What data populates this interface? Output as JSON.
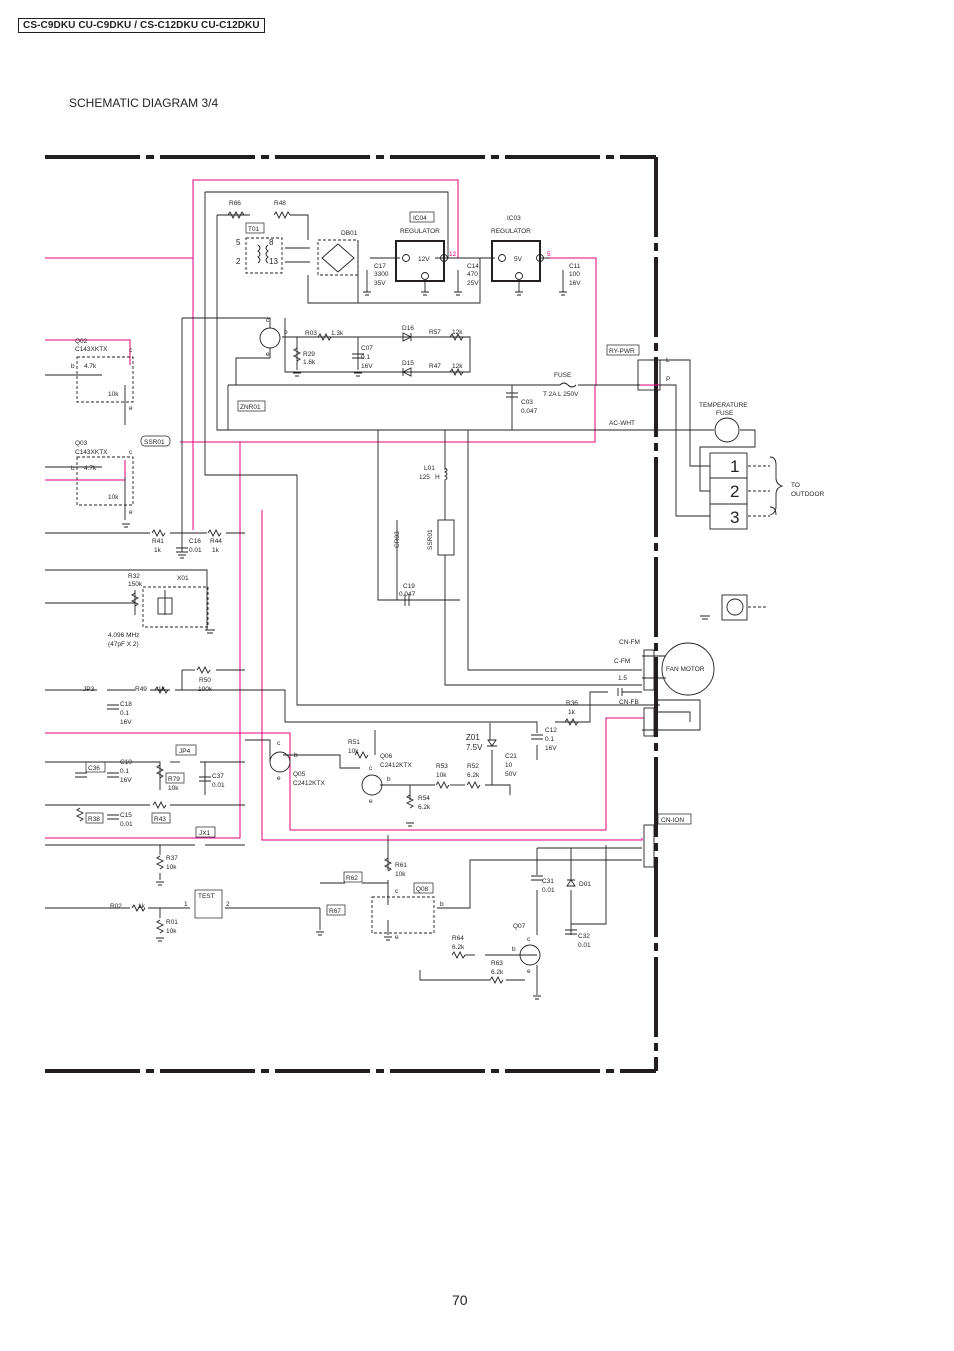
{
  "header": {
    "model": "CS-C9DKU CU-C9DKU / CS-C12DKU CU-C12DKU"
  },
  "title": "SCHEMATIC DIAGRAM 3/4",
  "page_number": "70",
  "colors": {
    "line": "#231f20",
    "magenta": "#e4007f",
    "background": "#ffffff"
  },
  "labels": {
    "r66": "R66",
    "r48": "R48",
    "t01": "T01",
    "db01": "DB01",
    "ic04": "IC04",
    "ic03": "IC03",
    "regulator": "REGULATOR",
    "v12": "12V",
    "v5": "5V",
    "pin12": "12",
    "pin5": "5",
    "c17": "C17",
    "c17v": "3300",
    "c17r": "35V",
    "c14": "C14",
    "c14v": "470",
    "c14r": "25V",
    "c11": "C11",
    "c11v": "100",
    "c11r": "16V",
    "t5": "5",
    "t8": "8",
    "t2": "2",
    "t13": "13",
    "q_c": "c",
    "q_b": "b",
    "q_e": "e",
    "r03": "R03",
    "r03v": "1.3k",
    "d16": "D16",
    "r57": "R57",
    "r57v": "12k",
    "r29": "R29",
    "r29v": "1.6k",
    "c07": "C07",
    "c07v": "0.1",
    "c07r": "16V",
    "d15": "D15",
    "r47": "R47",
    "r47v": "12k",
    "rypwr": "RY-PWR",
    "l": "L",
    "p": "P",
    "fuse": "FUSE",
    "fusev": "T 2A L 250V",
    "c03": "C03",
    "c03v": "0.047",
    "znr01": "ZNR01",
    "acwht": "AC-WHT",
    "tempfuse1": "TEMPERATURE",
    "tempfuse2": "FUSE",
    "q02": "Q02",
    "q02p": "C143XKTX",
    "q03": "Q03",
    "q03p": "C143XKTX",
    "r47k": "4.7k",
    "r10k": "10k",
    "ssr01": "SSR01",
    "l01": "L01",
    "l01v": "125",
    "l01u": "H",
    "t1": "1",
    "t2n": "2",
    "t3": "3",
    "to": "TO",
    "outdoor": "OUTDOOR",
    "r41": "R41",
    "r41v": "1k",
    "c16": "C16",
    "c16v": "0.01",
    "r44": "R44",
    "r44v": "1k",
    "cr03": "CR03",
    "ssr01v": "SSR01",
    "r32": "R32",
    "r32v": "150k",
    "x01": "X01",
    "xtal1": "4.096 MHz",
    "xtal2": "(47pF X 2)",
    "c19": "C19",
    "c19v": "0.047",
    "cnfm": "CN-FM",
    "cfm": "C-FM",
    "cfmv": "1.5",
    "fanmotor": "FAN MOTOR",
    "r50": "R50",
    "r50v": "100k",
    "jp3": "JP3",
    "r49": "R49",
    "r49v": "1k",
    "r36": "R36",
    "r36v": "1k",
    "cnfb": "CN-FB",
    "c18": "C18",
    "c18v": "0.1",
    "c18r": "16V",
    "z01": "Z01",
    "z01v": "7.5V",
    "c12": "C12",
    "c12v": "0.1",
    "c12r": "16V",
    "jp4": "JP4",
    "r51": "R51",
    "r51v": "10k",
    "q06": "Q06",
    "q06p": "C2412KTX",
    "c36": "C36",
    "c10": "C10",
    "c10v": "0.1",
    "c10r": "16V",
    "r79": "R79",
    "r79v": "10k",
    "c37": "C37",
    "c37v": "0.01",
    "q05": "Q05",
    "q05p": "C2412KTX",
    "r53": "R53",
    "r53v": "10k",
    "r52": "R52",
    "r52v": "6.2k",
    "c21": "C21",
    "c21v": "10",
    "c21r": "50V",
    "r54": "R54",
    "r54v": "6.2k",
    "r38": "R38",
    "c15": "C15",
    "c15v": "0.01",
    "r43": "R43",
    "cnion": "CN-ION",
    "jx1": "JX1",
    "r37": "R37",
    "r37v": "10k",
    "r61": "R61",
    "r61v": "10k",
    "r62": "R62",
    "q08": "Q08",
    "c31": "C31",
    "c31v": "0.01",
    "d01": "D01",
    "test": "TEST",
    "r02": "R02",
    "r02v": "1k",
    "r67": "R67",
    "r01": "R01",
    "r01v": "10k",
    "q07": "Q07",
    "r64": "R64",
    "r64v": "6.2k",
    "c32": "C32",
    "c32v": "0.01",
    "r63": "R63",
    "r63v": "6.2k"
  }
}
